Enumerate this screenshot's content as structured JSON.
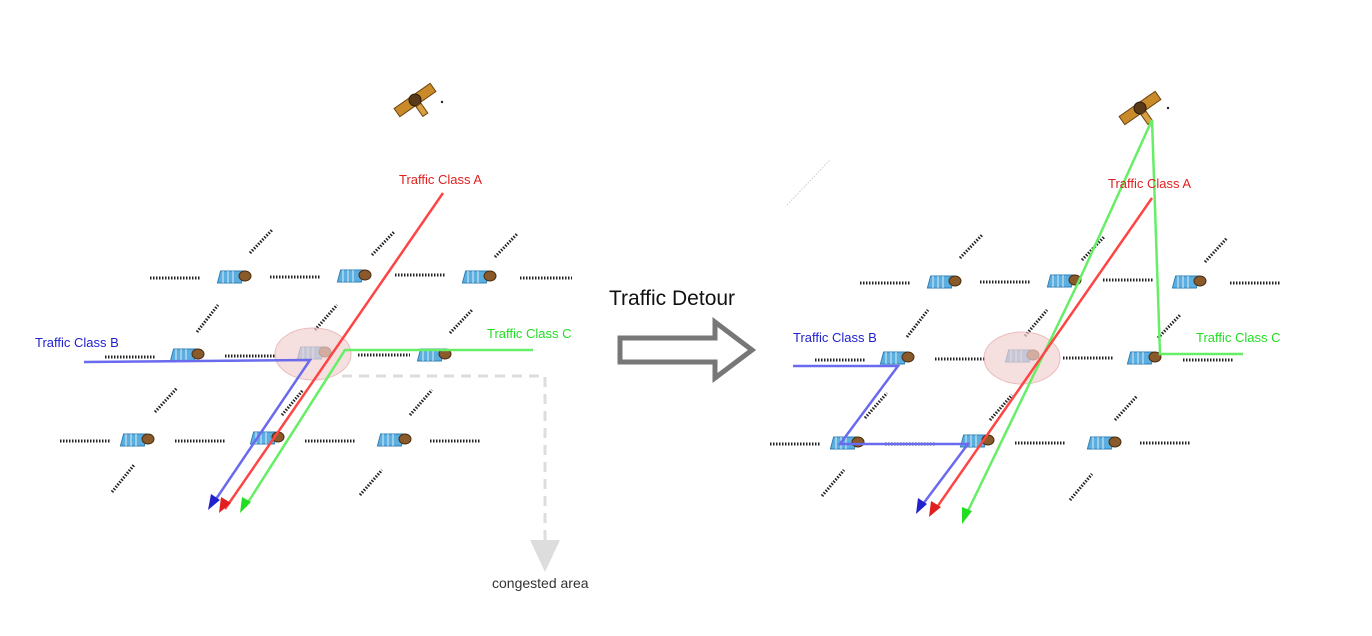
{
  "colors": {
    "class_a": "#e02020",
    "class_b": "#2222cc",
    "class_c": "#22dd22",
    "arrow_a": "#ff4444",
    "arrow_b": "#6a6aee",
    "arrow_c": "#66ee66",
    "congestion_fill": "#f3d2d2",
    "congestion_stroke": "#e0a0a0",
    "detour_arrow": "#777777",
    "dashed_path": "#dddddd",
    "link_dots": "#222222"
  },
  "left_panel": {
    "label_a": "Traffic Class A",
    "label_b": "Traffic Class B",
    "label_c": "Traffic Class C",
    "congested_label": "congested area"
  },
  "center": {
    "title": "Traffic Detour"
  },
  "right_panel": {
    "label_a": "Traffic Class A",
    "label_b": "Traffic Class B",
    "label_c": "Traffic Class C"
  }
}
